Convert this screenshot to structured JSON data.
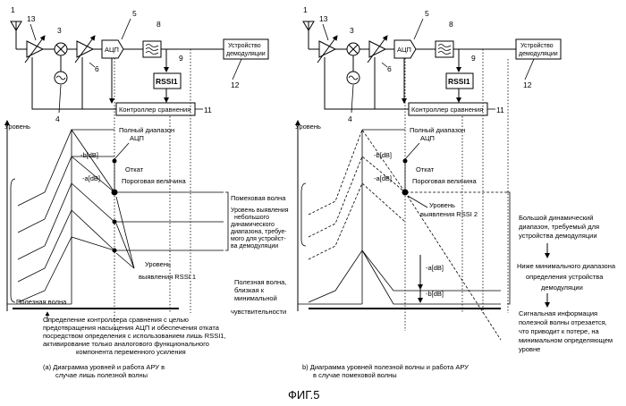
{
  "figure_title": "ФИГ.5",
  "refs": {
    "r1": "1",
    "r3": "3",
    "r4": "4",
    "r5": "5",
    "r6": "6",
    "r8": "8",
    "r9": "9",
    "r11": "11",
    "r12": "12",
    "r13": "13"
  },
  "blocks": {
    "adc": "АЦП",
    "rssi": "RSSI1",
    "demod_line1": "Устройство",
    "demod_line2": "демодуляции",
    "comparator": "Контроллер сравнения"
  },
  "panel_a": {
    "level_axis": "Уровень",
    "minus_b": "-b[dB]",
    "minus_a": "-a[dB]",
    "full_range_1": "Полный диапазон",
    "full_range_2": "АЦП",
    "backoff": "Откат",
    "threshold": "Пороговая величина",
    "rssi_level_1": "Уровень",
    "rssi_level_2": "выявления RSSI 1",
    "desired_wave": "Полезная волна",
    "note_1": "Определение контроллера сравнения с целью",
    "note_2": "предотвращения насыщения АЦП и обеспечения отката",
    "note_3": "посредством определения с использованием лишь RSSI1,",
    "note_4": "активирование только аналогового функционального",
    "note_5": "компонента переменного усиления",
    "caption_1": "(a) Диаграмма уровней и работа АРУ в",
    "caption_2": "случае лишь полезной волны"
  },
  "middle_notes": {
    "interfering_wave": "Помеховая волна",
    "det_1": "Уровень выявления",
    "det_2": "небольшого",
    "det_3": "динамического",
    "det_4": "диапазона, требуе-",
    "det_5": "мого для устройст-",
    "det_6": "ва демодуляции",
    "near_1": "Полезная волна,",
    "near_2": "близкая к",
    "near_3": "минимальной",
    "near_4": "чувствительности"
  },
  "panel_b": {
    "level_axis": "Уровень",
    "minus_b": "-b[dB]",
    "minus_a": "-a[dB]",
    "full_range_1": "Полный диапазон",
    "full_range_2": "АЦП",
    "backoff": "Откат",
    "threshold": "Пороговая величина",
    "rssi_level_1": "Уровень",
    "rssi_level_2": "выявления RSSI 2",
    "minus_a_low": "-a[dB]",
    "minus_b_low": "-b[dB]",
    "caption_1": "b) Диаграмма уровней полезной волны и работа АРУ",
    "caption_2": "в случае помеховой волны"
  },
  "right_notes": {
    "big_1": "Большой динамический",
    "big_2": "диапазон, требуемый для",
    "big_3": "устройства демодуляции",
    "below_1": "Ниже минимального диапазона",
    "below_2": "определения устройства",
    "below_3": "демодуляции",
    "loss_1": "Сигнальная информация",
    "loss_2": "полезной волны отрезается,",
    "loss_3": "что приводит к потере, на",
    "loss_4": "минимальном определяющем",
    "loss_5": "уровне"
  }
}
